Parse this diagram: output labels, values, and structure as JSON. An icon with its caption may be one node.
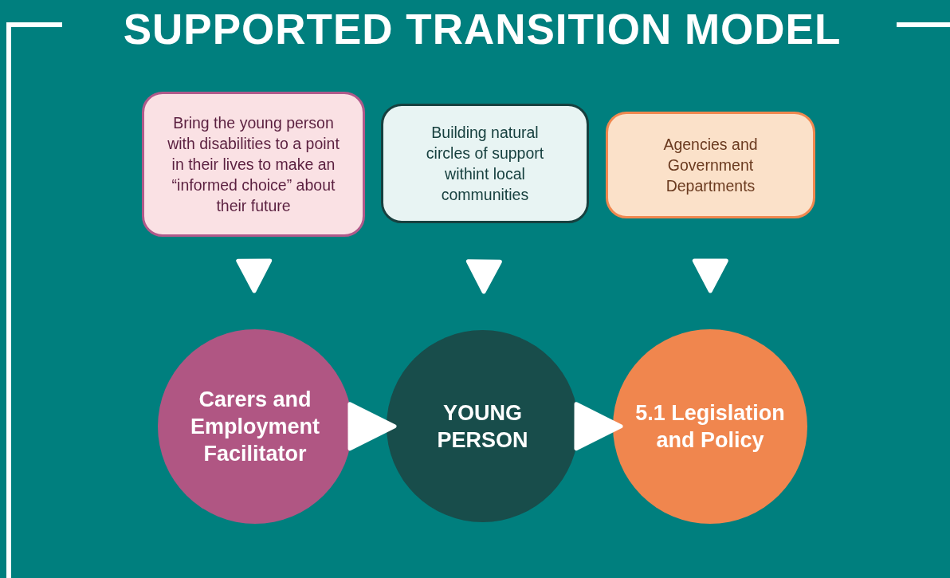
{
  "diagram": {
    "title": "SUPPORTED TRANSITION MODEL",
    "nodes": [
      {
        "text": [
          "Bring the young person with disabilities to a point in their lives to make an “informed choice” about their future"
        ]
      },
      {
        "text": [
          "Building natural circles of support withint local communities"
        ]
      },
      {
        "text": [
          "Agencies and Government Departments"
        ]
      },
      {
        "text": [
          "Carers and Employment Facilitator"
        ]
      },
      {
        "text": [
          "YOUNG PERSON"
        ]
      },
      {
        "text": [
          "5.1 Legislation and Policy"
        ]
      }
    ],
    "edges": [
      {
        "from": 0,
        "to": 3,
        "arrow": "to"
      },
      {
        "from": 1,
        "to": 4,
        "arrow": "to"
      },
      {
        "from": 2,
        "to": 5,
        "arrow": "to"
      },
      {
        "from": 3,
        "to": 4,
        "arrow": "to"
      },
      {
        "from": 4,
        "to": 5,
        "arrow": "to"
      }
    ]
  }
}
